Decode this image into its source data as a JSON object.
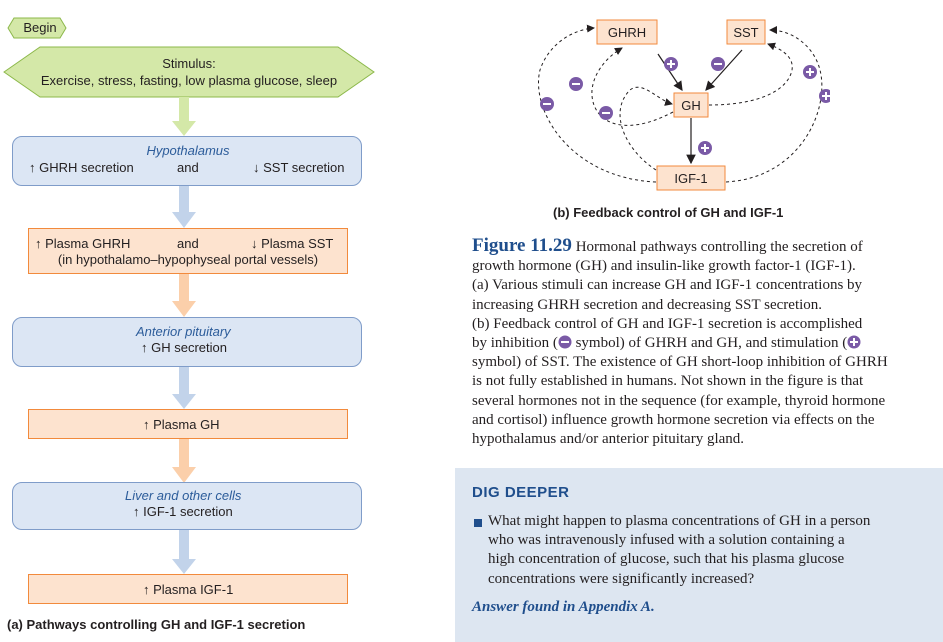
{
  "flow": {
    "begin": "Begin",
    "stimulus_title": "Stimulus:",
    "stimulus_text": "Exercise, stress, fasting, low plasma glucose, sleep",
    "hypothalamus_title": "Hypothalamus",
    "ghrh_secretion": "↑ GHRH secretion",
    "and1": "and",
    "sst_secretion": "↓ SST secretion",
    "plasma_ghrh": "↑ Plasma GHRH",
    "and2": "and",
    "plasma_sst": "↓ Plasma SST",
    "portal": "(in hypothalamo–hypophyseal portal vessels)",
    "pituitary_title": "Anterior pituitary",
    "gh_secretion": "↑ GH secretion",
    "plasma_gh": "↑ Plasma GH",
    "liver_title": "Liver and other cells",
    "igf_secretion": "↑ IGF-1 secretion",
    "plasma_igf": "↑ Plasma IGF-1",
    "caption_a": "(a) Pathways controlling GH and IGF-1 secretion"
  },
  "feedback": {
    "ghrh": "GHRH",
    "sst": "SST",
    "gh": "GH",
    "igf": "IGF-1",
    "caption_b": "(b) Feedback control of GH and IGF-1"
  },
  "figure": {
    "label": "Figure 11.29",
    "lines": [
      "Hormonal pathways controlling the secretion of",
      "growth hormone (GH) and insulin-like growth factor-1 (IGF-1).",
      "(a) Various stimuli can increase GH and IGF-1 concentrations by",
      "increasing GHRH secretion and decreasing SST secretion.",
      "(b) Feedback control of GH and IGF-1 secretion is accomplished",
      "by inhibition (",
      " symbol) of GHRH and GH, and stimulation (",
      "symbol) of SST. The existence of GH short-loop inhibition of GHRH",
      "is not fully established in humans. Not shown in the figure is that",
      "several hormones not in the sequence (for example, thyroid hormone",
      "and cortisol) influence growth hormone secretion via effects on the",
      "hypothalamus and/or anterior pituitary gland."
    ]
  },
  "dig": {
    "title": "DIG DEEPER",
    "question_lines": [
      "What might happen to plasma concentrations of GH in a person",
      "who was intravenously infused with a solution containing a",
      "high concentration of glucose, such that his plasma glucose",
      "concentrations were significantly increased?"
    ],
    "answer": "Answer found in Appendix A."
  },
  "colors": {
    "blue_fill": "#dce6f4",
    "orange_fill": "#fde3cf",
    "stimulus_fill": "#d4e8a8",
    "title_blue": "#1f4e8c",
    "symbol_purple": "#7a5aa6"
  }
}
